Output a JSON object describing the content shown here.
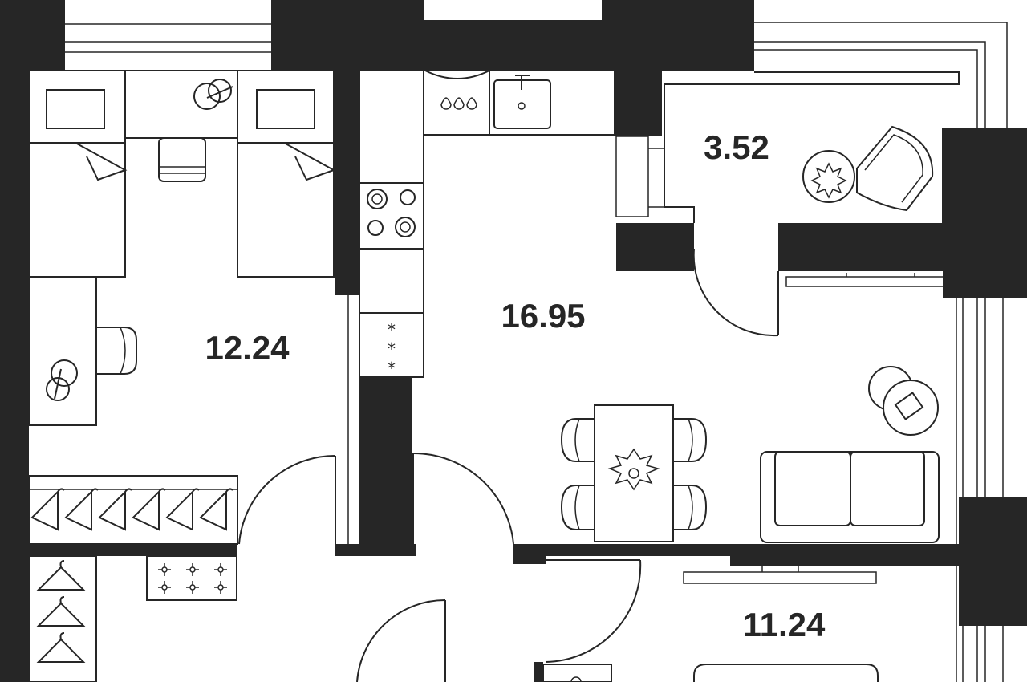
{
  "floorplan": {
    "rooms": [
      {
        "id": "bedroom",
        "area": "12.24"
      },
      {
        "id": "kitchen-living",
        "area": "16.95"
      },
      {
        "id": "balcony",
        "area": "3.52"
      },
      {
        "id": "bottom-right-room",
        "area": "11.24"
      }
    ],
    "colors": {
      "wall": "#262626",
      "background": "#ffffff"
    }
  }
}
